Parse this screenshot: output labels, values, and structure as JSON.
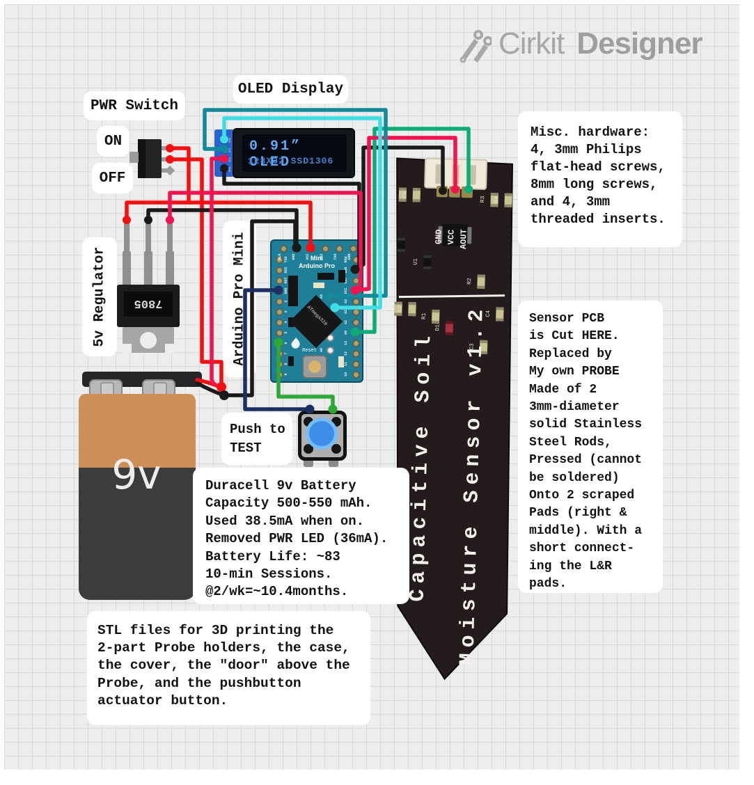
{
  "brand": {
    "name_regular": "Cirkit",
    "name_bold": "Designer"
  },
  "labels": {
    "oled_display": "OLED Display",
    "pwr_switch": "PWR Switch",
    "on": "ON",
    "off": "OFF",
    "regulator": "5v Regulator",
    "arduino": "Arduino Pro Mini",
    "push_line1": "Push to",
    "push_line2": "TEST"
  },
  "notes": {
    "misc_hardware": [
      "Misc. hardware:",
      "4, 3mm Philips",
      "flat-head screws,",
      "8mm long screws,",
      "and 4, 3mm",
      "threaded inserts."
    ],
    "sensor_cut": [
      "Sensor PCB",
      "is Cut HERE.",
      "Replaced by",
      "My own PROBE",
      "Made of 2",
      "3mm-diameter",
      "solid Stainless",
      "Steel Rods,",
      "Pressed (cannot",
      "be soldered)",
      "Onto 2 scraped",
      "Pads (right &",
      "middle). With a",
      "short connect-",
      "ing the L&R",
      "pads."
    ],
    "battery": [
      "Duracell 9v Battery",
      "Capacity 500-550 mAh.",
      "Used 38.5mA when on.",
      "Removed PWR LED (36mA).",
      "Battery Life: ~83",
      "10-min Sessions.",
      "@2/wk=~10.4months."
    ],
    "stl": [
      "STL files for 3D printing the",
      "2-part Probe holders, the case,",
      "the cover, the \"door\" above the",
      "Probe, and the pushbutton",
      "actuator button."
    ]
  },
  "oled": {
    "line1": "0.91” OLED",
    "line2": "128X32 SSD1306",
    "pins": [
      "SDA",
      "SCL",
      "VCC",
      "GND"
    ]
  },
  "regulator": {
    "part": "7805"
  },
  "battery": {
    "voltage": "9v"
  },
  "arduino": {
    "title1": "Mini",
    "title2": "Arduino Pro",
    "chip": "ATmega328",
    "reset": "Reset",
    "top_pins": [
      "BLK",
      "GND",
      "VCC",
      "RXI",
      "TXO",
      "GRN"
    ],
    "left_pins": [
      "TXO",
      "RXI",
      "RST",
      "GND",
      "2",
      "3",
      "4",
      "5",
      "6",
      "7",
      "8",
      "9"
    ],
    "right_pins": [
      "RAW",
      "GND",
      "RST",
      "VCC",
      "A3",
      "A2",
      "A1",
      "A0",
      "13",
      "12",
      "11",
      "10"
    ],
    "inner_pins": [
      "A5",
      "A4",
      "A7",
      "A6"
    ]
  },
  "sensor": {
    "pins": [
      "GND",
      "VCC",
      "AOUT"
    ],
    "name1": "Capacitive Soil",
    "name2": "Moisture Sensor v1.2",
    "components": [
      "C5",
      "C6",
      "R3",
      "R4",
      "U2",
      "U1",
      "C1",
      "C2",
      "R1",
      "D1",
      "R2",
      "C3",
      "C4"
    ]
  },
  "colors": {
    "red": "#f50f10",
    "crimson": "#f2134f",
    "black": "#1a1a1a",
    "navy": "#1e2f63",
    "green": "#2ea834",
    "teal_green": "#0cab77",
    "teal": "#128a9b",
    "cyan": "#3fdde6",
    "gray": "#9a9a9a",
    "board_teal": "#1f7f99",
    "oled_blue": "#5fa9f4"
  }
}
